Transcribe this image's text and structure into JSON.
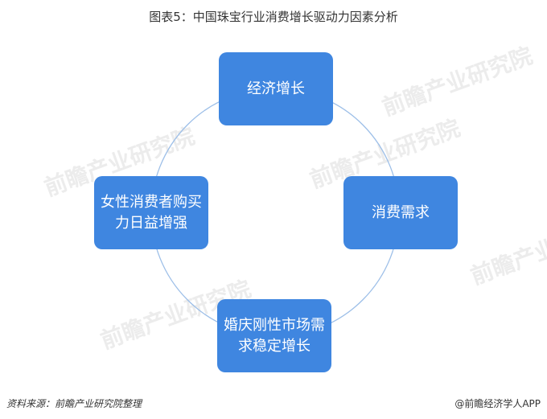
{
  "title": "图表5：中国珠宝行业消费增长驱动力因素分析",
  "nodes": {
    "top": "经济增长",
    "right": "消费需求",
    "bottom": "婚庆刚性市场需求稳定增长",
    "left": "女性消费者购买力日益增强"
  },
  "watermark": "前瞻产业研究院",
  "footer": {
    "source": "资料来源：前瞻产业研究院整理",
    "credit": "@前瞻经济学人APP"
  },
  "colors": {
    "box": "#3f86e0",
    "ring": "#9dbfe8"
  }
}
